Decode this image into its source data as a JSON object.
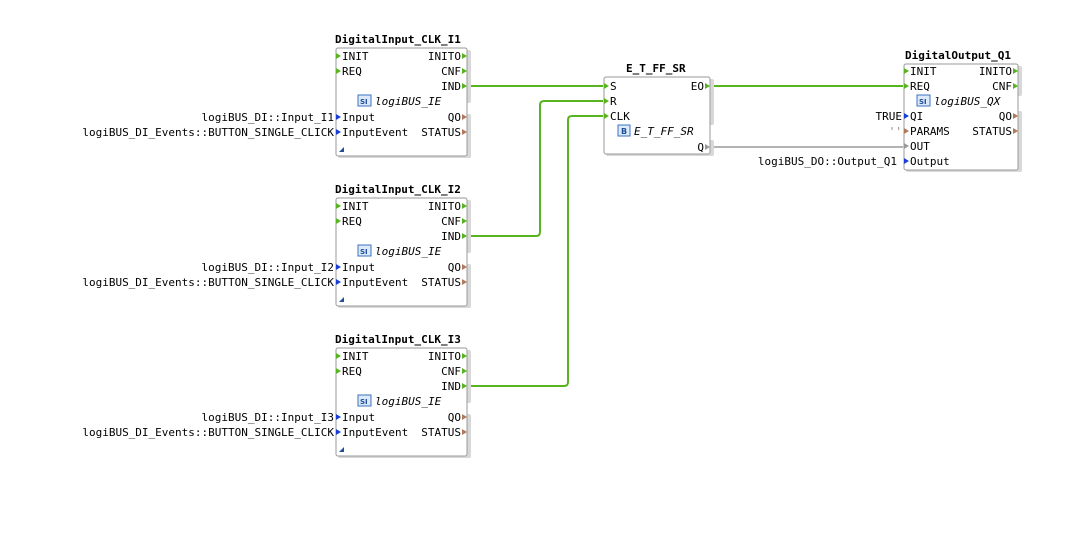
{
  "blocks": {
    "di1": {
      "name": "DigitalInput_CLK_I1",
      "type": "logiBUS_IE",
      "type_badge": "SI",
      "events_in": [
        "INIT",
        "REQ"
      ],
      "events_out": [
        "INITO",
        "CNF",
        "IND"
      ],
      "data_in": [
        "Input",
        "InputEvent"
      ],
      "data_out": [
        "QO",
        "STATUS"
      ],
      "params": [
        "logiBUS_DI::Input_I1",
        "logiBUS_DI_Events::BUTTON_SINGLE_CLICK"
      ]
    },
    "di2": {
      "name": "DigitalInput_CLK_I2",
      "type": "logiBUS_IE",
      "type_badge": "SI",
      "events_in": [
        "INIT",
        "REQ"
      ],
      "events_out": [
        "INITO",
        "CNF",
        "IND"
      ],
      "data_in": [
        "Input",
        "InputEvent"
      ],
      "data_out": [
        "QO",
        "STATUS"
      ],
      "params": [
        "logiBUS_DI::Input_I2",
        "logiBUS_DI_Events::BUTTON_SINGLE_CLICK"
      ]
    },
    "di3": {
      "name": "DigitalInput_CLK_I3",
      "type": "logiBUS_IE",
      "type_badge": "SI",
      "events_in": [
        "INIT",
        "REQ"
      ],
      "events_out": [
        "INITO",
        "CNF",
        "IND"
      ],
      "data_in": [
        "Input",
        "InputEvent"
      ],
      "data_out": [
        "QO",
        "STATUS"
      ],
      "params": [
        "logiBUS_DI::Input_I3",
        "logiBUS_DI_Events::BUTTON_SINGLE_CLICK"
      ]
    },
    "ff": {
      "name": "E_T_FF_SR",
      "type": "E_T_FF_SR",
      "type_badge": "B",
      "events_in": [
        "S",
        "R",
        "CLK"
      ],
      "events_out": [
        "EO"
      ],
      "data_out": [
        "Q"
      ]
    },
    "do1": {
      "name": "DigitalOutput_Q1",
      "type": "logiBUS_QX",
      "type_badge": "SI",
      "events_in": [
        "INIT",
        "REQ"
      ],
      "events_out": [
        "INITO",
        "CNF"
      ],
      "data_in": [
        "QI",
        "PARAMS",
        "OUT",
        "Output"
      ],
      "data_out": [
        "QO",
        "STATUS"
      ],
      "params": [
        "TRUE",
        "''",
        "logiBUS_DO::Output_Q1"
      ]
    }
  },
  "colors": {
    "event_port": "#58b320",
    "data_port": "#1a3fd8",
    "status_port": "#b07a5a",
    "event_wire": "#58b320",
    "data_wire": "#9a9a9a",
    "block_border": "#9a9a9a"
  }
}
